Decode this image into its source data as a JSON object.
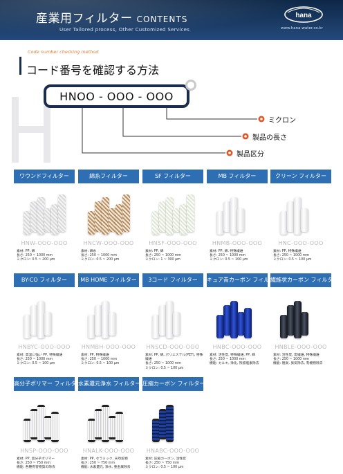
{
  "header": {
    "title": "産業用フィルター",
    "title_en": "CONTENTS",
    "subtitle": "User Tailored process, Other Customized Services",
    "logo_text": "hana",
    "url": "www.hana-water.co.kr"
  },
  "code_section": {
    "small_label": "Code number checking method",
    "title": "コード番号を確認する方法",
    "code": "HNOO - OOO - OOO",
    "labels": [
      "ミクロン",
      "製品の長さ",
      "製品区分"
    ]
  },
  "colors": {
    "header": "#1a3a63",
    "card_head": "#2e6fb3",
    "accent": "#e0572a"
  },
  "products": [
    {
      "title": "ワウンドフィルター",
      "code": "HNW-OOO-OOO",
      "desc": "素材: PP, 綿\n長さ: 250 ~ 1000 mm\nミクロン: 0.5 ~ 200 μm",
      "style": "wound"
    },
    {
      "title": "綿糸フィルター",
      "code": "HNCW-OOO-OOO",
      "desc": "素材: 綿糸\n長さ: 250 ~ 1000 mm\nミクロン: 0.5 ~ 200 μm",
      "style": "cotton"
    },
    {
      "title": "SF フィルター",
      "code": "HNSF-OOO-OOO",
      "desc": "素材: PP, 綿\n長さ: 250 ~ 1000 mm\nミクロン: 1 ~ 300 μm",
      "style": "sf"
    },
    {
      "title": "MB フィルター",
      "code": "HNMB-OOO-OOO",
      "desc": "素材: PP, 綿, 特殊繊維\n長さ: 250 ~ 1000 mm\nミクロン: 0.5 ~ 100 μm",
      "style": "white"
    },
    {
      "title": "クリーン フィルター",
      "code": "HNC-OOO-OOO",
      "desc": "素材: PP, 特殊繊維\n長さ: 250 ~ 1000 mm\nミクロン: 0.5 ~ 100 μm",
      "style": "white"
    },
    {
      "title": "BY-CO フィルター",
      "code": "HNBYC-OOO-OOO",
      "desc": "素材: 高温に強い PP, 特殊繊維\n長さ: 250 ~ 1000 mm\nミクロン: 0.5 ~ 100 μm",
      "style": "white"
    },
    {
      "title": "MB HOME フィルター",
      "code": "HNMBH-OOO-OOO",
      "desc": "素材: PP, 特殊繊維\n長さ: 250 ~ 1000 mm\nミクロン: 0.5 ~ 100 μm",
      "style": "white"
    },
    {
      "title": "3コード フィルター",
      "code": "HNSCD-OOO-OOO",
      "desc": "素材: PP, 綿, ポリエステル(PET), 特殊繊維\n長さ: 250 ~ 1000 mm\nミクロン: 0.5 ~ 100 μm",
      "style": "white"
    },
    {
      "title": "キュア青カーボン フィルター",
      "code": "HNBC-OOO-OOO",
      "desc": "素材: 活性炭, 特殊繊維, PP, 綿\n長さ: 250 ~ 1000 mm\n機能: カルキ, 浄化, 残留塩素除去",
      "style": "blue"
    },
    {
      "title": "繊維状カーボン フィルター",
      "code": "HNBLE-OOO-OOO",
      "desc": "素材: 活性炭, 炭繊維, 特殊繊維\n長さ: 250 ~ 1000 mm\n機能: 脱臭, 臭気除去, 有機物除去",
      "style": "black"
    },
    {
      "title": "高分子ポリマー フィルター",
      "code": "HNSP-OOO-OOO",
      "desc": "素材: PP, 高分子ポリマー\n長さ: 250 ~ 750 mm\n機能: 各種有害物質の除去",
      "style": "pleat"
    },
    {
      "title": "水素還元浄水 フィルター",
      "code": "HNALK-OOO-OOO",
      "desc": "素材: PP, セラミック, 天然鉱物\n長さ: 250 ~ 750 mm\n機能: 水素還元, 浄水, 重金属除去",
      "style": "pleat"
    },
    {
      "title": "圧縮カーボン フィルター",
      "code": "HNABC-OOO-OOO",
      "desc": "素材: 圧縮カーボン, 活性炭\n長さ: 250 ~ 750 mm\nミクロン: 0.5 ~ 100 μm",
      "style": "bluecb"
    }
  ]
}
